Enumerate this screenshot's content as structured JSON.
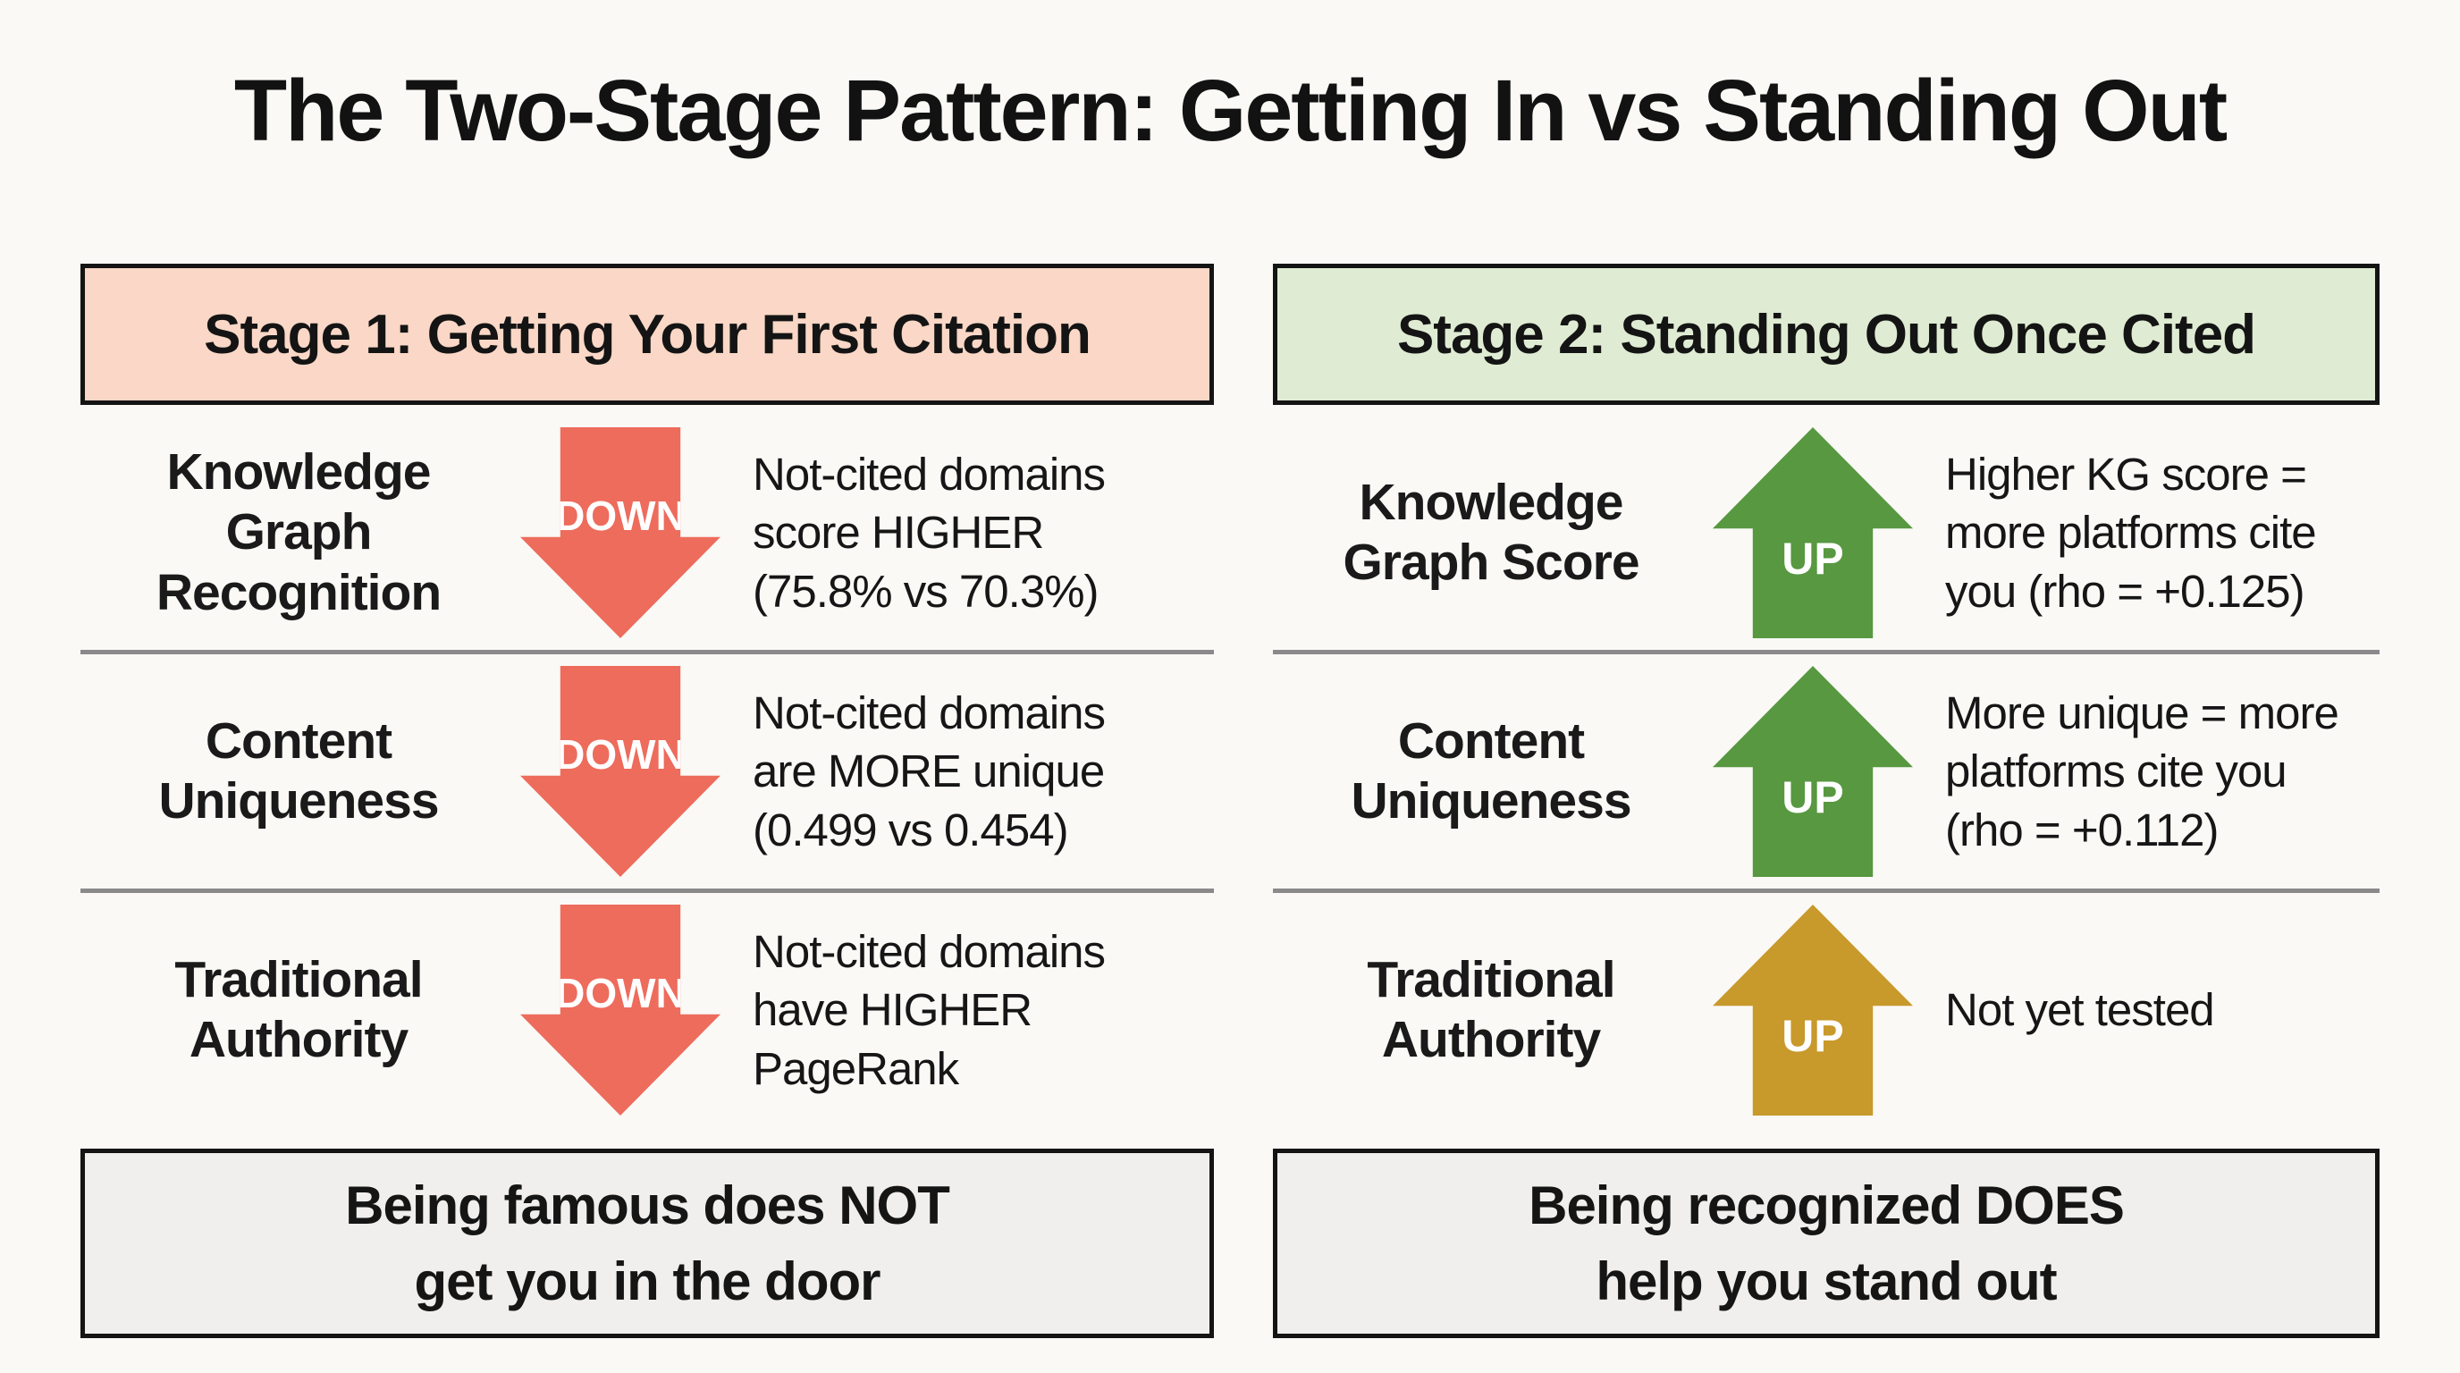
{
  "title": "The Two-Stage Pattern: Getting In vs Standing Out",
  "colors": {
    "stage1_header_bg": "#fad7c6",
    "stage2_header_bg": "#dfecd3",
    "conclusion_bg": "#f0efed",
    "down_arrow": "#ed6c5c",
    "up_arrow_green": "#579840",
    "up_arrow_gold": "#c8992b",
    "separator": "#8a8a8a"
  },
  "stage1": {
    "header": "Stage 1: Getting Your First Citation",
    "rows": [
      {
        "label": [
          "Knowledge",
          "Graph",
          "Recognition"
        ],
        "direction": "DOWN",
        "arrow_color": "#ed6c5c",
        "finding": [
          "Not-cited domains",
          "score HIGHER",
          "(75.8% vs 70.3%)"
        ]
      },
      {
        "label": [
          "Content",
          "Uniqueness"
        ],
        "direction": "DOWN",
        "arrow_color": "#ed6c5c",
        "finding": [
          "Not-cited domains",
          "are MORE unique",
          "(0.499 vs 0.454)"
        ]
      },
      {
        "label": [
          "Traditional",
          "Authority"
        ],
        "direction": "DOWN",
        "arrow_color": "#ed6c5c",
        "finding": [
          "Not-cited domains",
          "have HIGHER",
          "PageRank"
        ]
      }
    ],
    "conclusion": [
      "Being famous does NOT",
      "get you in the door"
    ]
  },
  "stage2": {
    "header": "Stage 2: Standing Out Once Cited",
    "rows": [
      {
        "label": [
          "Knowledge",
          "Graph Score"
        ],
        "direction": "UP",
        "arrow_color": "#579840",
        "finding": [
          "Higher KG score =",
          "more platforms cite",
          "you (rho = +0.125)"
        ]
      },
      {
        "label": [
          "Content",
          "Uniqueness"
        ],
        "direction": "UP",
        "arrow_color": "#579840",
        "finding": [
          "More unique = more",
          "platforms cite you",
          "(rho = +0.112)"
        ]
      },
      {
        "label": [
          "Traditional",
          "Authority"
        ],
        "direction": "UP",
        "arrow_color": "#c8992b",
        "finding": [
          "Not yet tested"
        ]
      }
    ],
    "conclusion": [
      "Being recognized DOES",
      "help you stand out"
    ]
  }
}
